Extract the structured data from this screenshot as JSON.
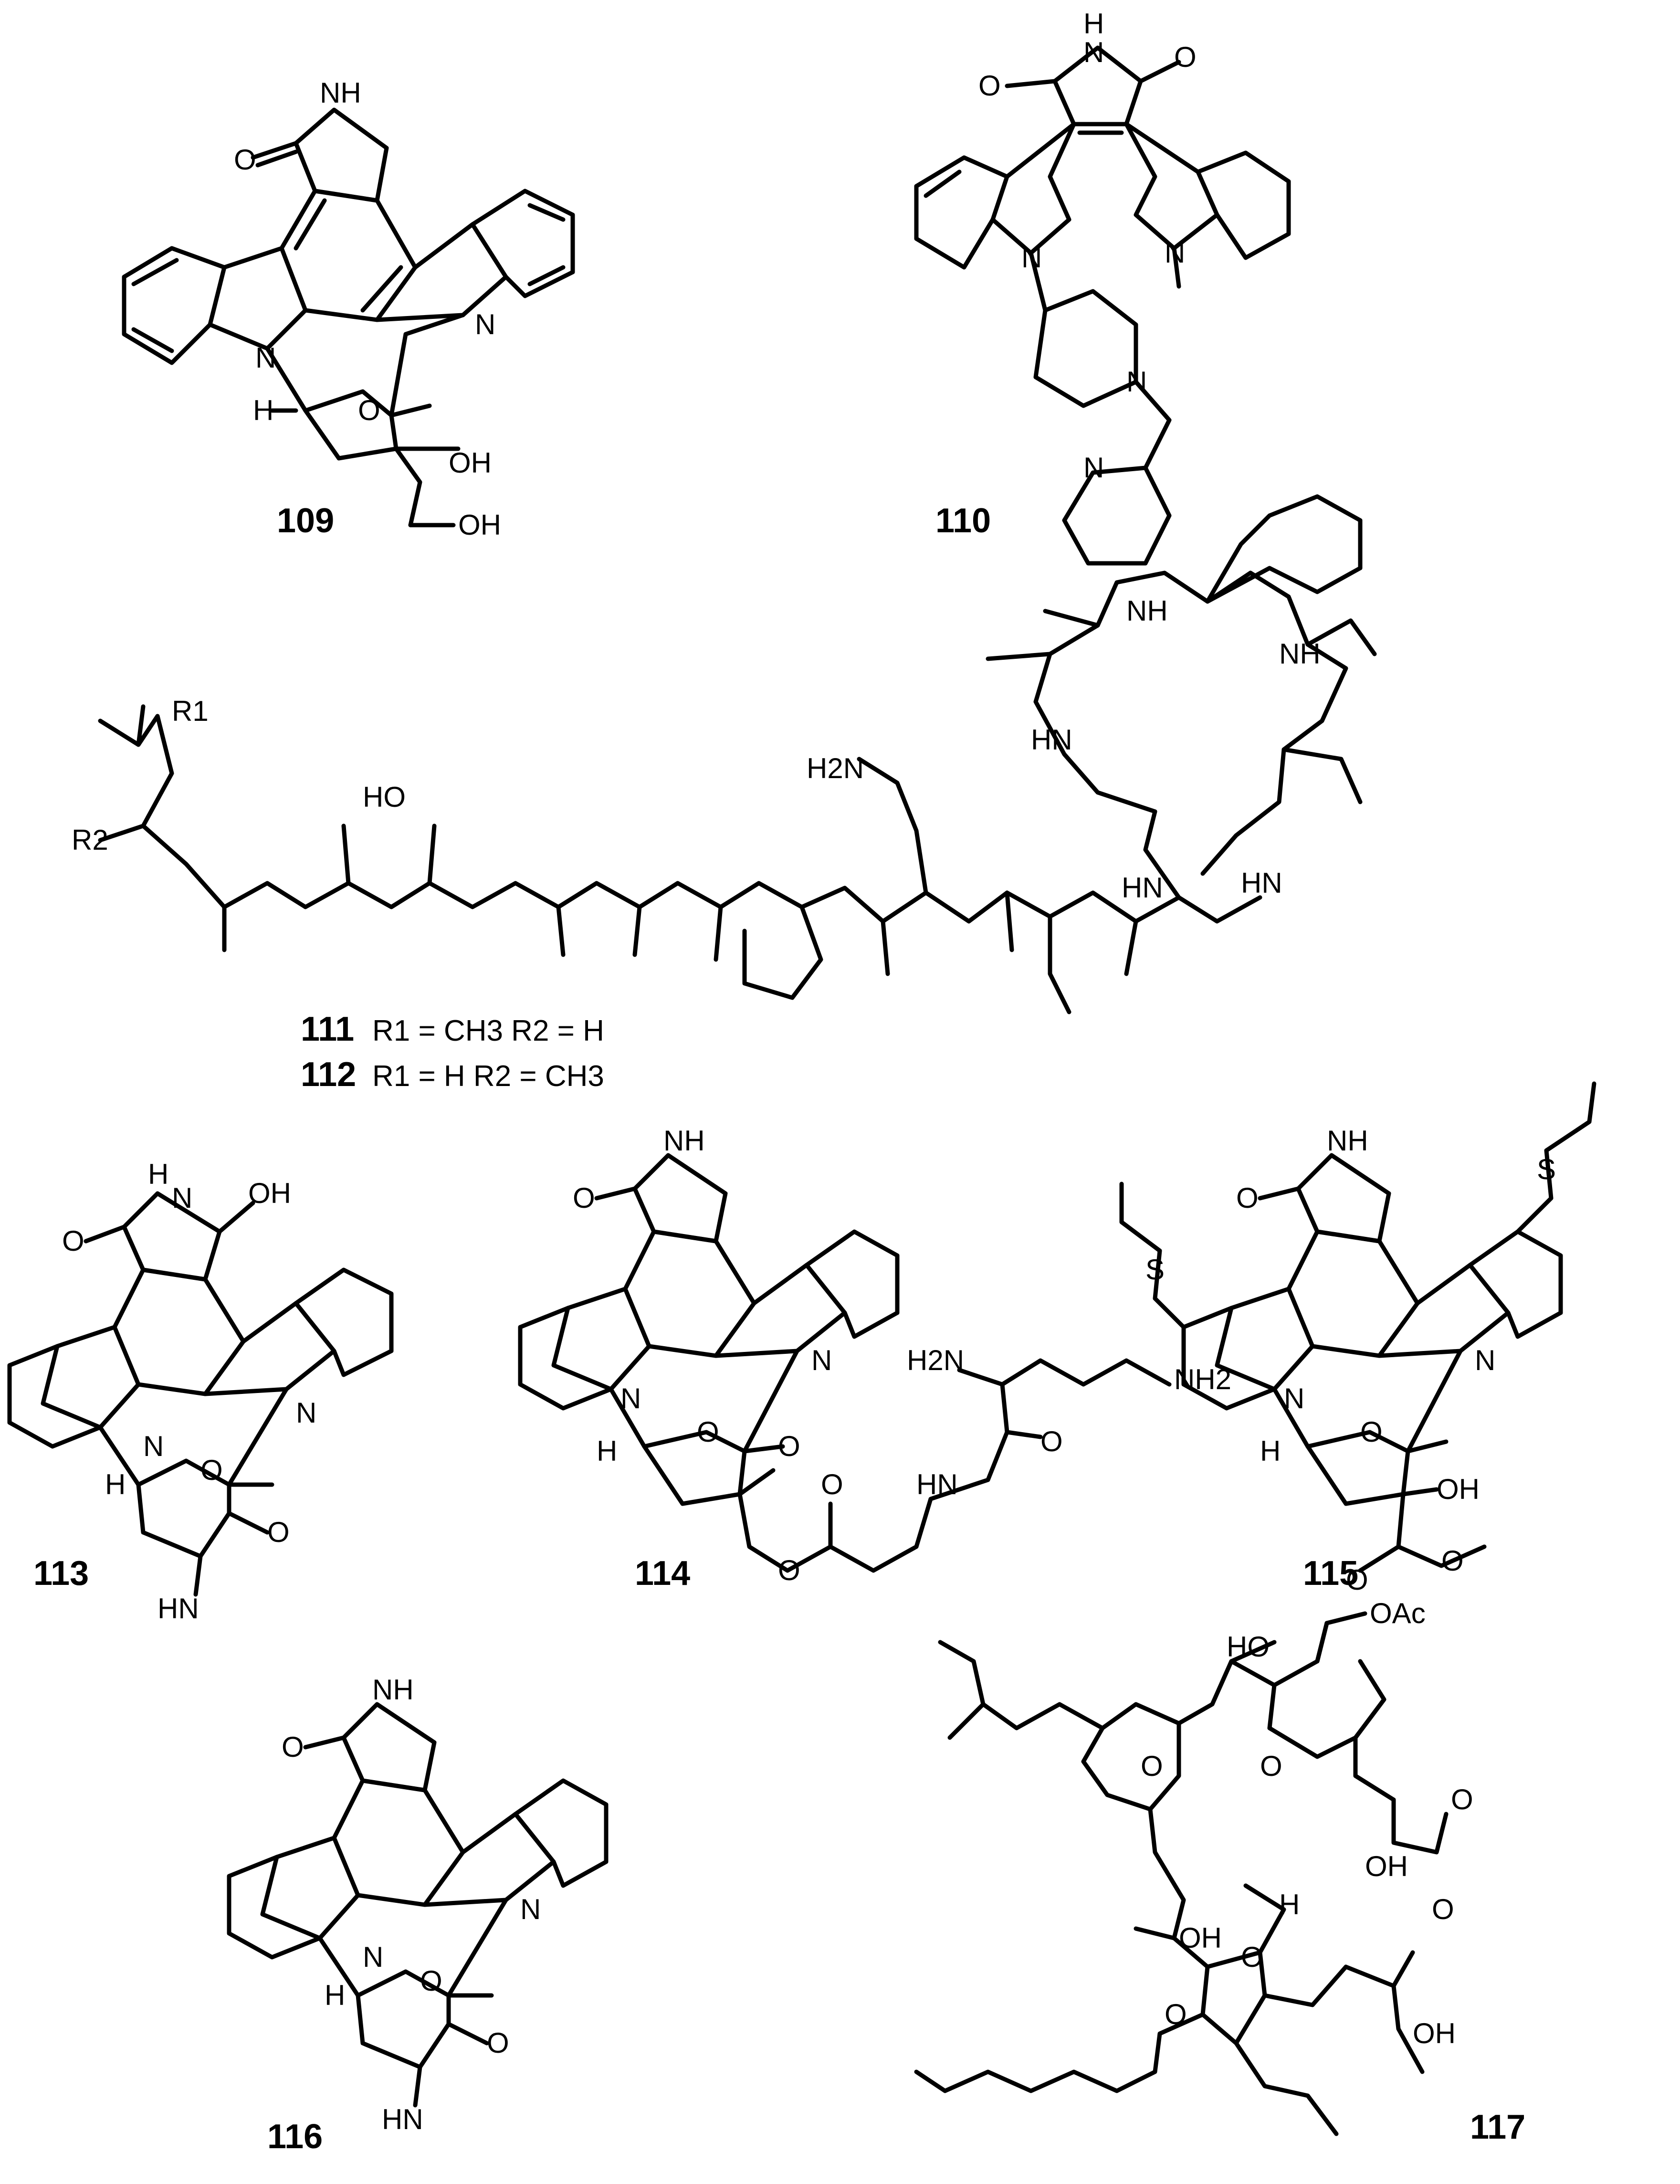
{
  "compounds": [
    {
      "id": "109"
    },
    {
      "id": "110"
    },
    {
      "id": "111",
      "substituents": "R1 = CH3 R2 = H"
    },
    {
      "id": "112",
      "substituents": "R1 = H     R2 = CH3"
    },
    {
      "id": "113"
    },
    {
      "id": "114"
    },
    {
      "id": "115"
    },
    {
      "id": "116"
    },
    {
      "id": "117"
    }
  ],
  "atom_labels": {
    "NH": "NH",
    "HN": "HN",
    "N": "N",
    "O": "O",
    "OH": "OH",
    "HO": "HO",
    "H": "H",
    "S": "S",
    "OAc": "OAc",
    "H2N": "H2N",
    "NH2": "NH2",
    "R1": "R1",
    "R2": "R2",
    "CH3": "CH3"
  },
  "legend": {
    "l111_id": "111",
    "l111_text": "R1 = CH3 R2 = H",
    "l112_id": "112",
    "l112_text": "R1 = H     R2 = CH3"
  }
}
